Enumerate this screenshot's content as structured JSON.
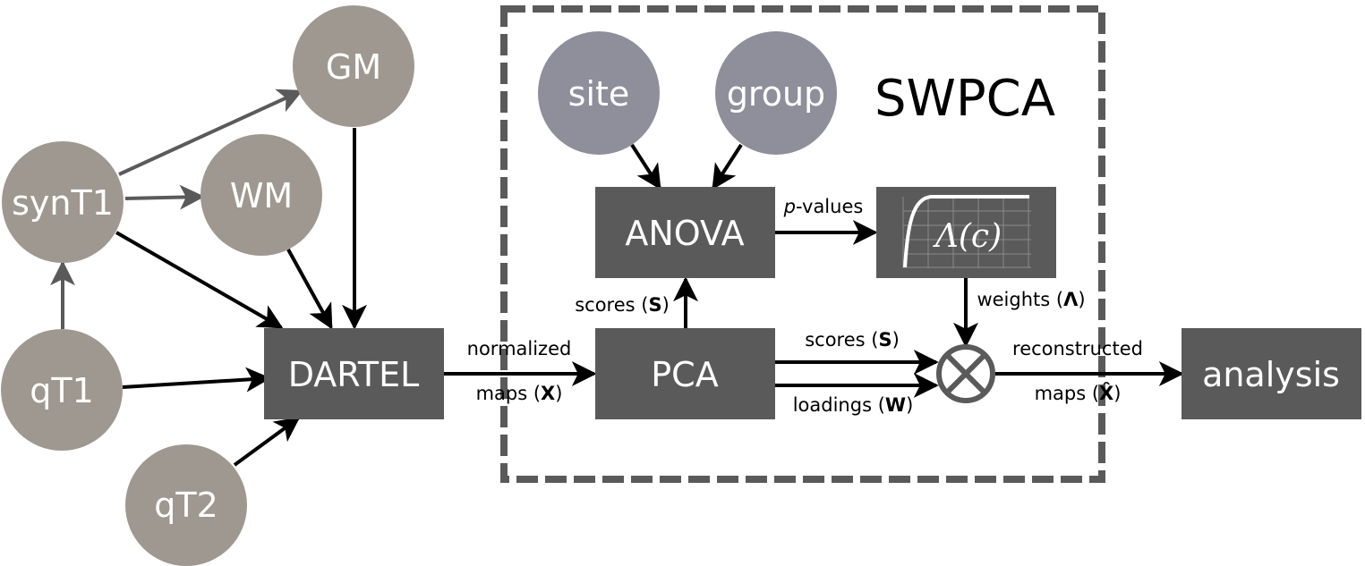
{
  "colors": {
    "input_node": "#9e9890",
    "factor_node": "#8f8e9b",
    "process_box": "#5a5a5a",
    "arrow_dark": "#000000",
    "arrow_gray": "#5a5a5a",
    "frame": "#5a5a5a",
    "text_light": "#ffffff",
    "text_dark": "#000000"
  },
  "frame": {
    "title": "SWPCA"
  },
  "nodes": {
    "gm": {
      "label": "GM",
      "shape": "circle",
      "kind": "input"
    },
    "synt1": {
      "label": "synT1",
      "shape": "circle",
      "kind": "input"
    },
    "wm": {
      "label": "WM",
      "shape": "circle",
      "kind": "input"
    },
    "qt1": {
      "label": "qT1",
      "shape": "circle",
      "kind": "input"
    },
    "qt2": {
      "label": "qT2",
      "shape": "circle",
      "kind": "input"
    },
    "site": {
      "label": "site",
      "shape": "circle",
      "kind": "factor"
    },
    "group": {
      "label": "group",
      "shape": "circle",
      "kind": "factor"
    },
    "dartel": {
      "label": "DARTEL",
      "shape": "box"
    },
    "anova": {
      "label": "ANOVA",
      "shape": "box"
    },
    "pca": {
      "label": "PCA",
      "shape": "box"
    },
    "weight_fn": {
      "label": "Λ(c)",
      "shape": "box",
      "icon": "sigmoid-curve-plot"
    },
    "multiply": {
      "label": "",
      "shape": "circle",
      "icon": "multiply-circle"
    },
    "analysis": {
      "label": "analysis",
      "shape": "box"
    }
  },
  "edges": [
    {
      "from": "qt1",
      "to": "synt1",
      "style": "gray"
    },
    {
      "from": "synt1",
      "to": "gm",
      "style": "gray"
    },
    {
      "from": "synt1",
      "to": "wm",
      "style": "gray"
    },
    {
      "from": "synt1",
      "to": "dartel",
      "style": "dark"
    },
    {
      "from": "wm",
      "to": "dartel",
      "style": "dark"
    },
    {
      "from": "gm",
      "to": "dartel",
      "style": "dark"
    },
    {
      "from": "qt1",
      "to": "dartel",
      "style": "dark"
    },
    {
      "from": "qt2",
      "to": "dartel",
      "style": "dark"
    },
    {
      "from": "dartel",
      "to": "pca",
      "style": "dark",
      "label_top": "normalized",
      "label_bottom": "maps (X)"
    },
    {
      "from": "site",
      "to": "anova",
      "style": "dark"
    },
    {
      "from": "group",
      "to": "anova",
      "style": "dark"
    },
    {
      "from": "pca",
      "to": "anova",
      "style": "dark",
      "label": "scores (S)"
    },
    {
      "from": "anova",
      "to": "weight_fn",
      "style": "dark",
      "label": "p-values"
    },
    {
      "from": "weight_fn",
      "to": "multiply",
      "style": "dark",
      "label": "weights (Λ)"
    },
    {
      "from": "pca",
      "to": "multiply",
      "style": "dark",
      "label": "scores (S)"
    },
    {
      "from": "pca",
      "to": "multiply",
      "style": "dark",
      "label": "loadings (W)"
    },
    {
      "from": "multiply",
      "to": "analysis",
      "style": "dark",
      "label_top": "reconstructed",
      "label_bottom": "maps (X̂)"
    }
  ],
  "labels": {
    "normalized": "normalized",
    "maps_x_prefix": "maps (",
    "maps_x_symbol": "X",
    "maps_suffix": ")",
    "scores_prefix": "scores (",
    "scores_symbol": "S",
    "loadings_prefix": "loadings (",
    "loadings_symbol": "W",
    "p_symbol": "p",
    "p_values_suffix": "-values",
    "weights_prefix": "weights (",
    "weights_symbol": "Λ",
    "reconstructed": "reconstructed",
    "maps_xhat_symbol": "X̂"
  }
}
